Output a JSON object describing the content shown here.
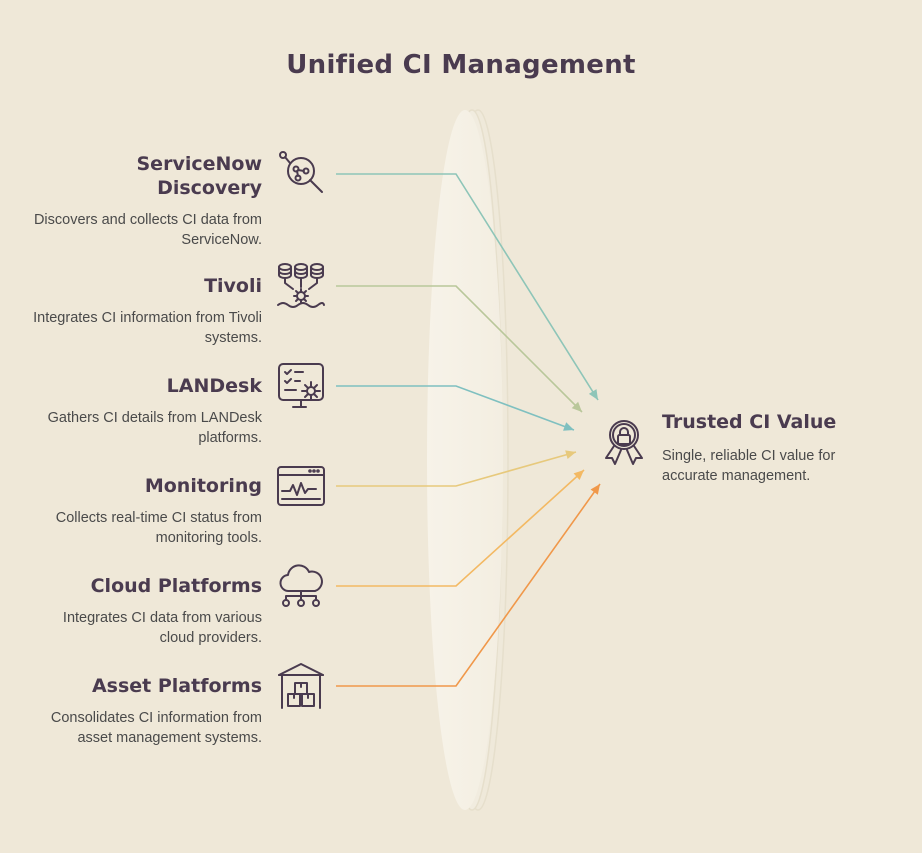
{
  "title": "Unified CI Management",
  "sources": [
    {
      "title": "ServiceNow\nDiscovery",
      "desc": "Discovers and collects CI data from ServiceNow.",
      "icon": "discovery-icon",
      "color": "#8ec5b8"
    },
    {
      "title": "Tivoli",
      "desc": "Integrates CI information from Tivoli systems.",
      "icon": "database-gear-icon",
      "color": "#b9c79a"
    },
    {
      "title": "LANDesk",
      "desc": "Gathers CI details from LANDesk platforms.",
      "icon": "monitor-settings-icon",
      "color": "#7fc0c0"
    },
    {
      "title": "Monitoring",
      "desc": "Collects real-time CI status from monitoring tools.",
      "icon": "monitoring-window-icon",
      "color": "#e7c97c"
    },
    {
      "title": "Cloud Platforms",
      "desc": "Integrates CI data from various cloud providers.",
      "icon": "cloud-network-icon",
      "color": "#f3b963"
    },
    {
      "title": "Asset Platforms",
      "desc": "Consolidates CI information from asset management systems.",
      "icon": "warehouse-icon",
      "color": "#f0984a"
    }
  ],
  "target": {
    "title": "Trusted CI Value",
    "desc": "Single, reliable CI value for accurate management.",
    "icon": "award-lock-icon"
  }
}
